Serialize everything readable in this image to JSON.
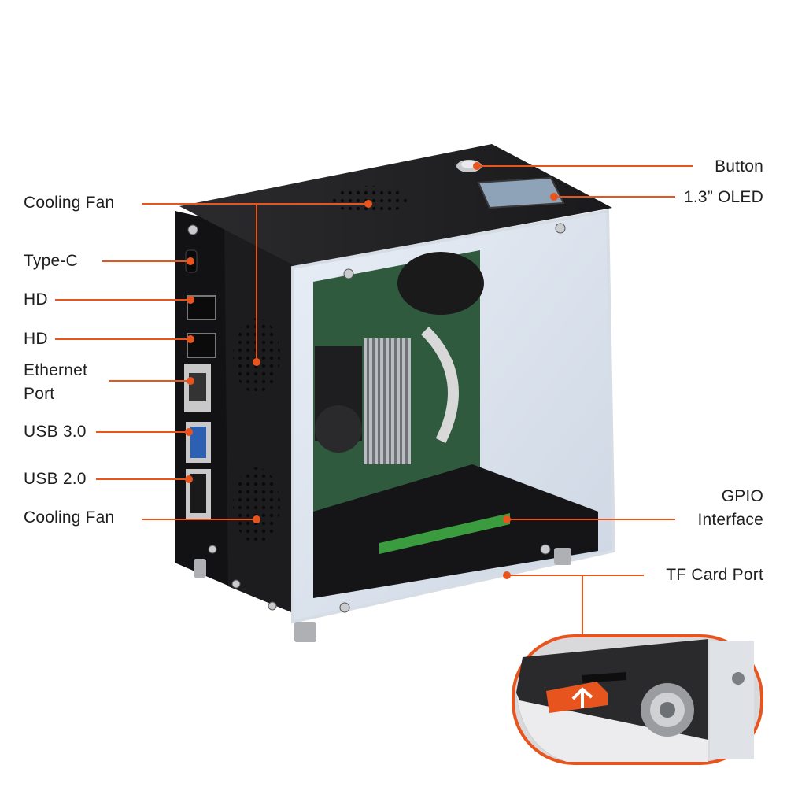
{
  "accent_color": "#e8541e",
  "labels": {
    "button": "Button",
    "oled": "1.3” OLED",
    "cooling_fan_top": "Cooling Fan",
    "type_c": "Type-C",
    "hd_1": "HD",
    "hd_2": "HD",
    "ethernet_line1": "Ethernet",
    "ethernet_line2": "Port",
    "usb3": "USB 3.0",
    "usb2": "USB 2.0",
    "cooling_fan_bottom": "Cooling Fan",
    "gpio_line1": "GPIO",
    "gpio_line2": "Interface",
    "tf_card": "TF Card Port"
  }
}
